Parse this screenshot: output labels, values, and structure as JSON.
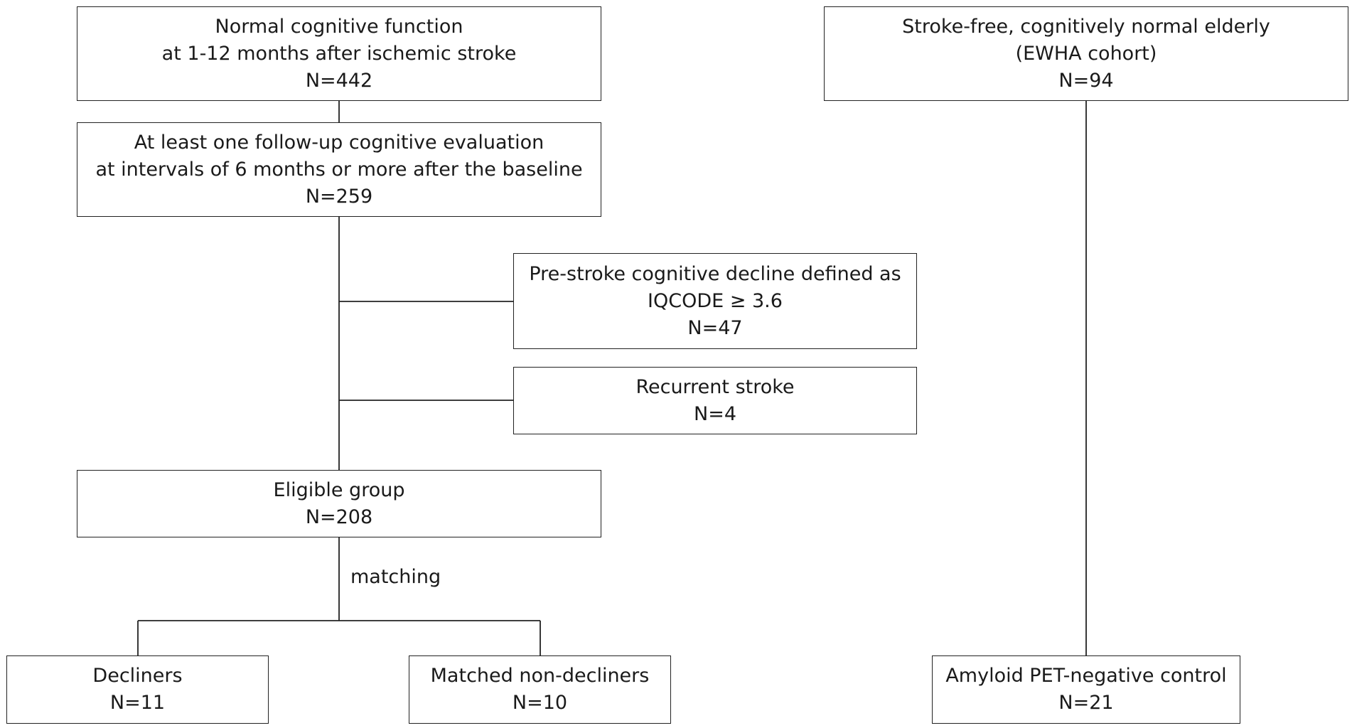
{
  "boxes": {
    "baseline": {
      "line1": "Normal cognitive function",
      "line2": "at 1-12 months after ischemic stroke",
      "count": "N=442"
    },
    "followup": {
      "line1": "At least one follow-up cognitive evaluation",
      "line2": "at intervals of 6 months or more after the baseline",
      "count": "N=259"
    },
    "exclusion_prestroke": {
      "line1": "Pre-stroke cognitive decline defined as",
      "line2": "IQCODE ≥ 3.6",
      "count": "N=47"
    },
    "exclusion_recurrent": {
      "line1": "Recurrent stroke",
      "count": "N=4"
    },
    "eligible": {
      "line1": "Eligible group",
      "count": "N=208"
    },
    "decliners": {
      "line1": "Decliners",
      "count": "N=11"
    },
    "non_decliners": {
      "line1": "Matched non-decliners",
      "count": "N=10"
    },
    "control_cohort": {
      "line1": "Stroke-free, cognitively normal elderly",
      "line2": "(EWHA cohort)",
      "count": "N=94"
    },
    "control_final": {
      "line1": "Amyloid PET-negative control",
      "count": "N=21"
    }
  },
  "edge_labels": {
    "matching": "matching"
  },
  "colors": {
    "line": "#222222",
    "box_fill": "#ffffff"
  }
}
